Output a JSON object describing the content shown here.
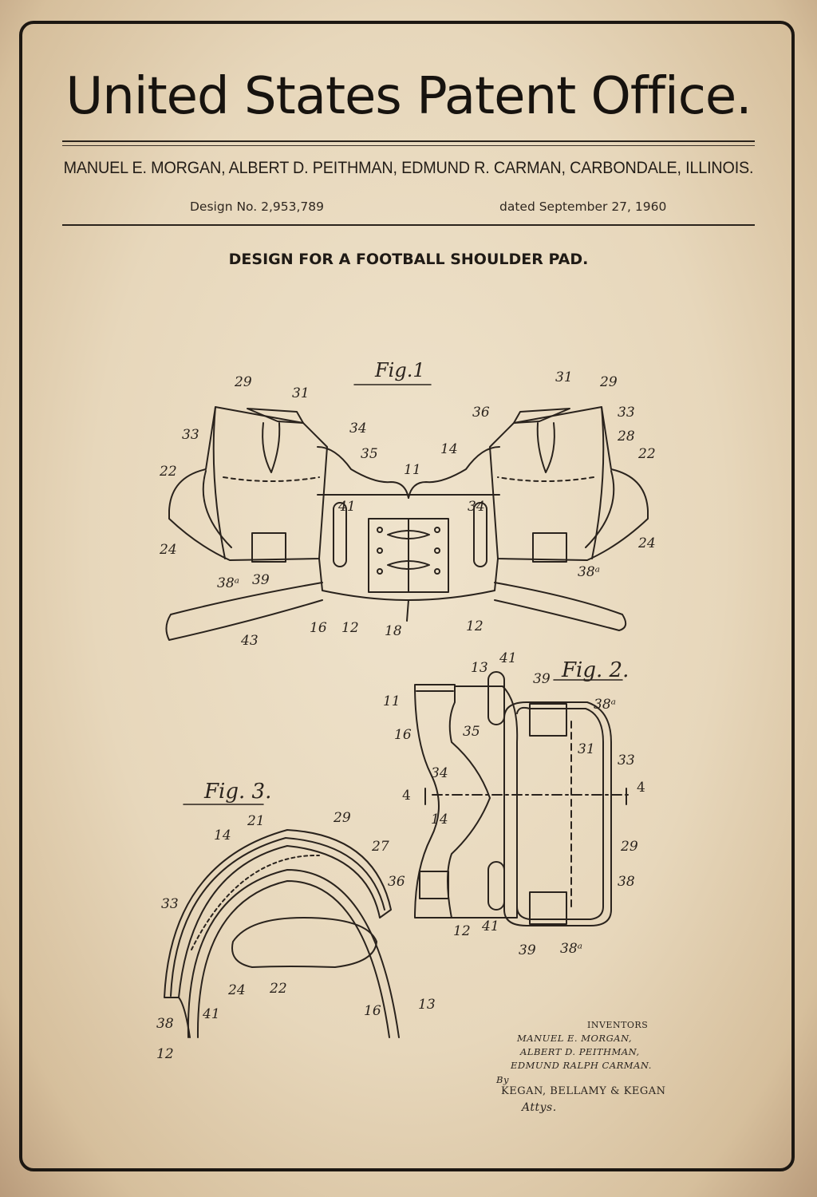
{
  "header": {
    "title": "United States Patent Office.",
    "inventors": "MANUEL E. MORGAN, ALBERT D. PEITHMAN, EDMUND R. CARMAN, CARBONDALE, ILLINOIS.",
    "design_no": "Design No. 2,953,789",
    "dated": "dated September 27, 1960",
    "subject": "DESIGN FOR A FOOTBALL SHOULDER PAD."
  },
  "figures": {
    "fig1": {
      "label": "Fig.1",
      "refs": [
        "29",
        "31",
        "33",
        "34",
        "35",
        "22",
        "24",
        "41",
        "38ᵃ",
        "39",
        "43",
        "16",
        "12",
        "18",
        "11",
        "14",
        "36",
        "28"
      ]
    },
    "fig2": {
      "label": "Fig. 2.",
      "refs": [
        "13",
        "41",
        "39",
        "38ᵃ",
        "11",
        "16",
        "35",
        "31",
        "33",
        "34",
        "4",
        "14",
        "29",
        "38",
        "12"
      ]
    },
    "fig3": {
      "label": "Fig. 3.",
      "refs": [
        "21",
        "29",
        "14",
        "27",
        "36",
        "33",
        "24",
        "22",
        "41",
        "38",
        "16",
        "13",
        "12"
      ]
    }
  },
  "signature": {
    "heading": "INVENTORS",
    "lines": [
      "MANUEL E. MORGAN,",
      "ALBERT D. PEITHMAN,",
      "EDMUND RALPH CARMAN."
    ],
    "by": "By",
    "attorneys": "KEGAN, BELLAMY & KEGAN",
    "attys": "Attys."
  },
  "colors": {
    "paper": "#eadcc2",
    "ink": "#231d17",
    "border": "#1c1712"
  }
}
